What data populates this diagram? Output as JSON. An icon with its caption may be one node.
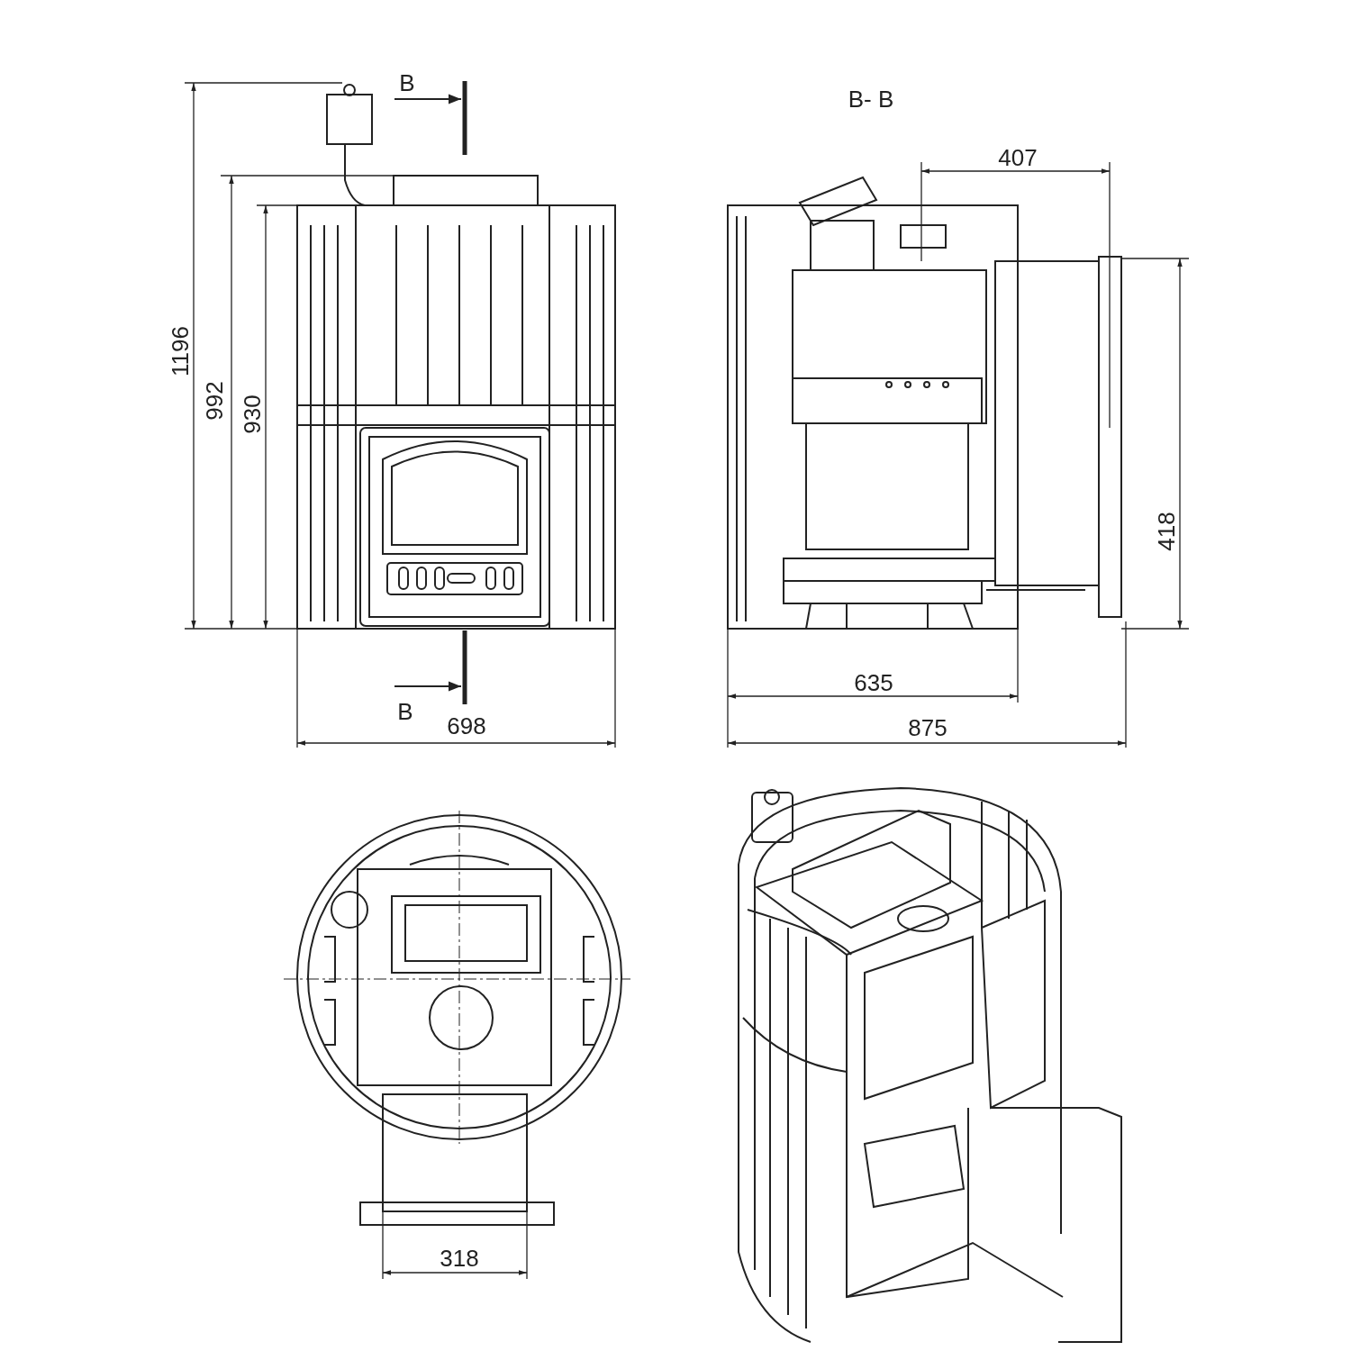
{
  "diagram": {
    "labels": [
      "B",
      "B- B",
      "407",
      "1196",
      "992",
      "930",
      "418",
      "635",
      "B",
      "698",
      "875",
      "318"
    ]
  }
}
